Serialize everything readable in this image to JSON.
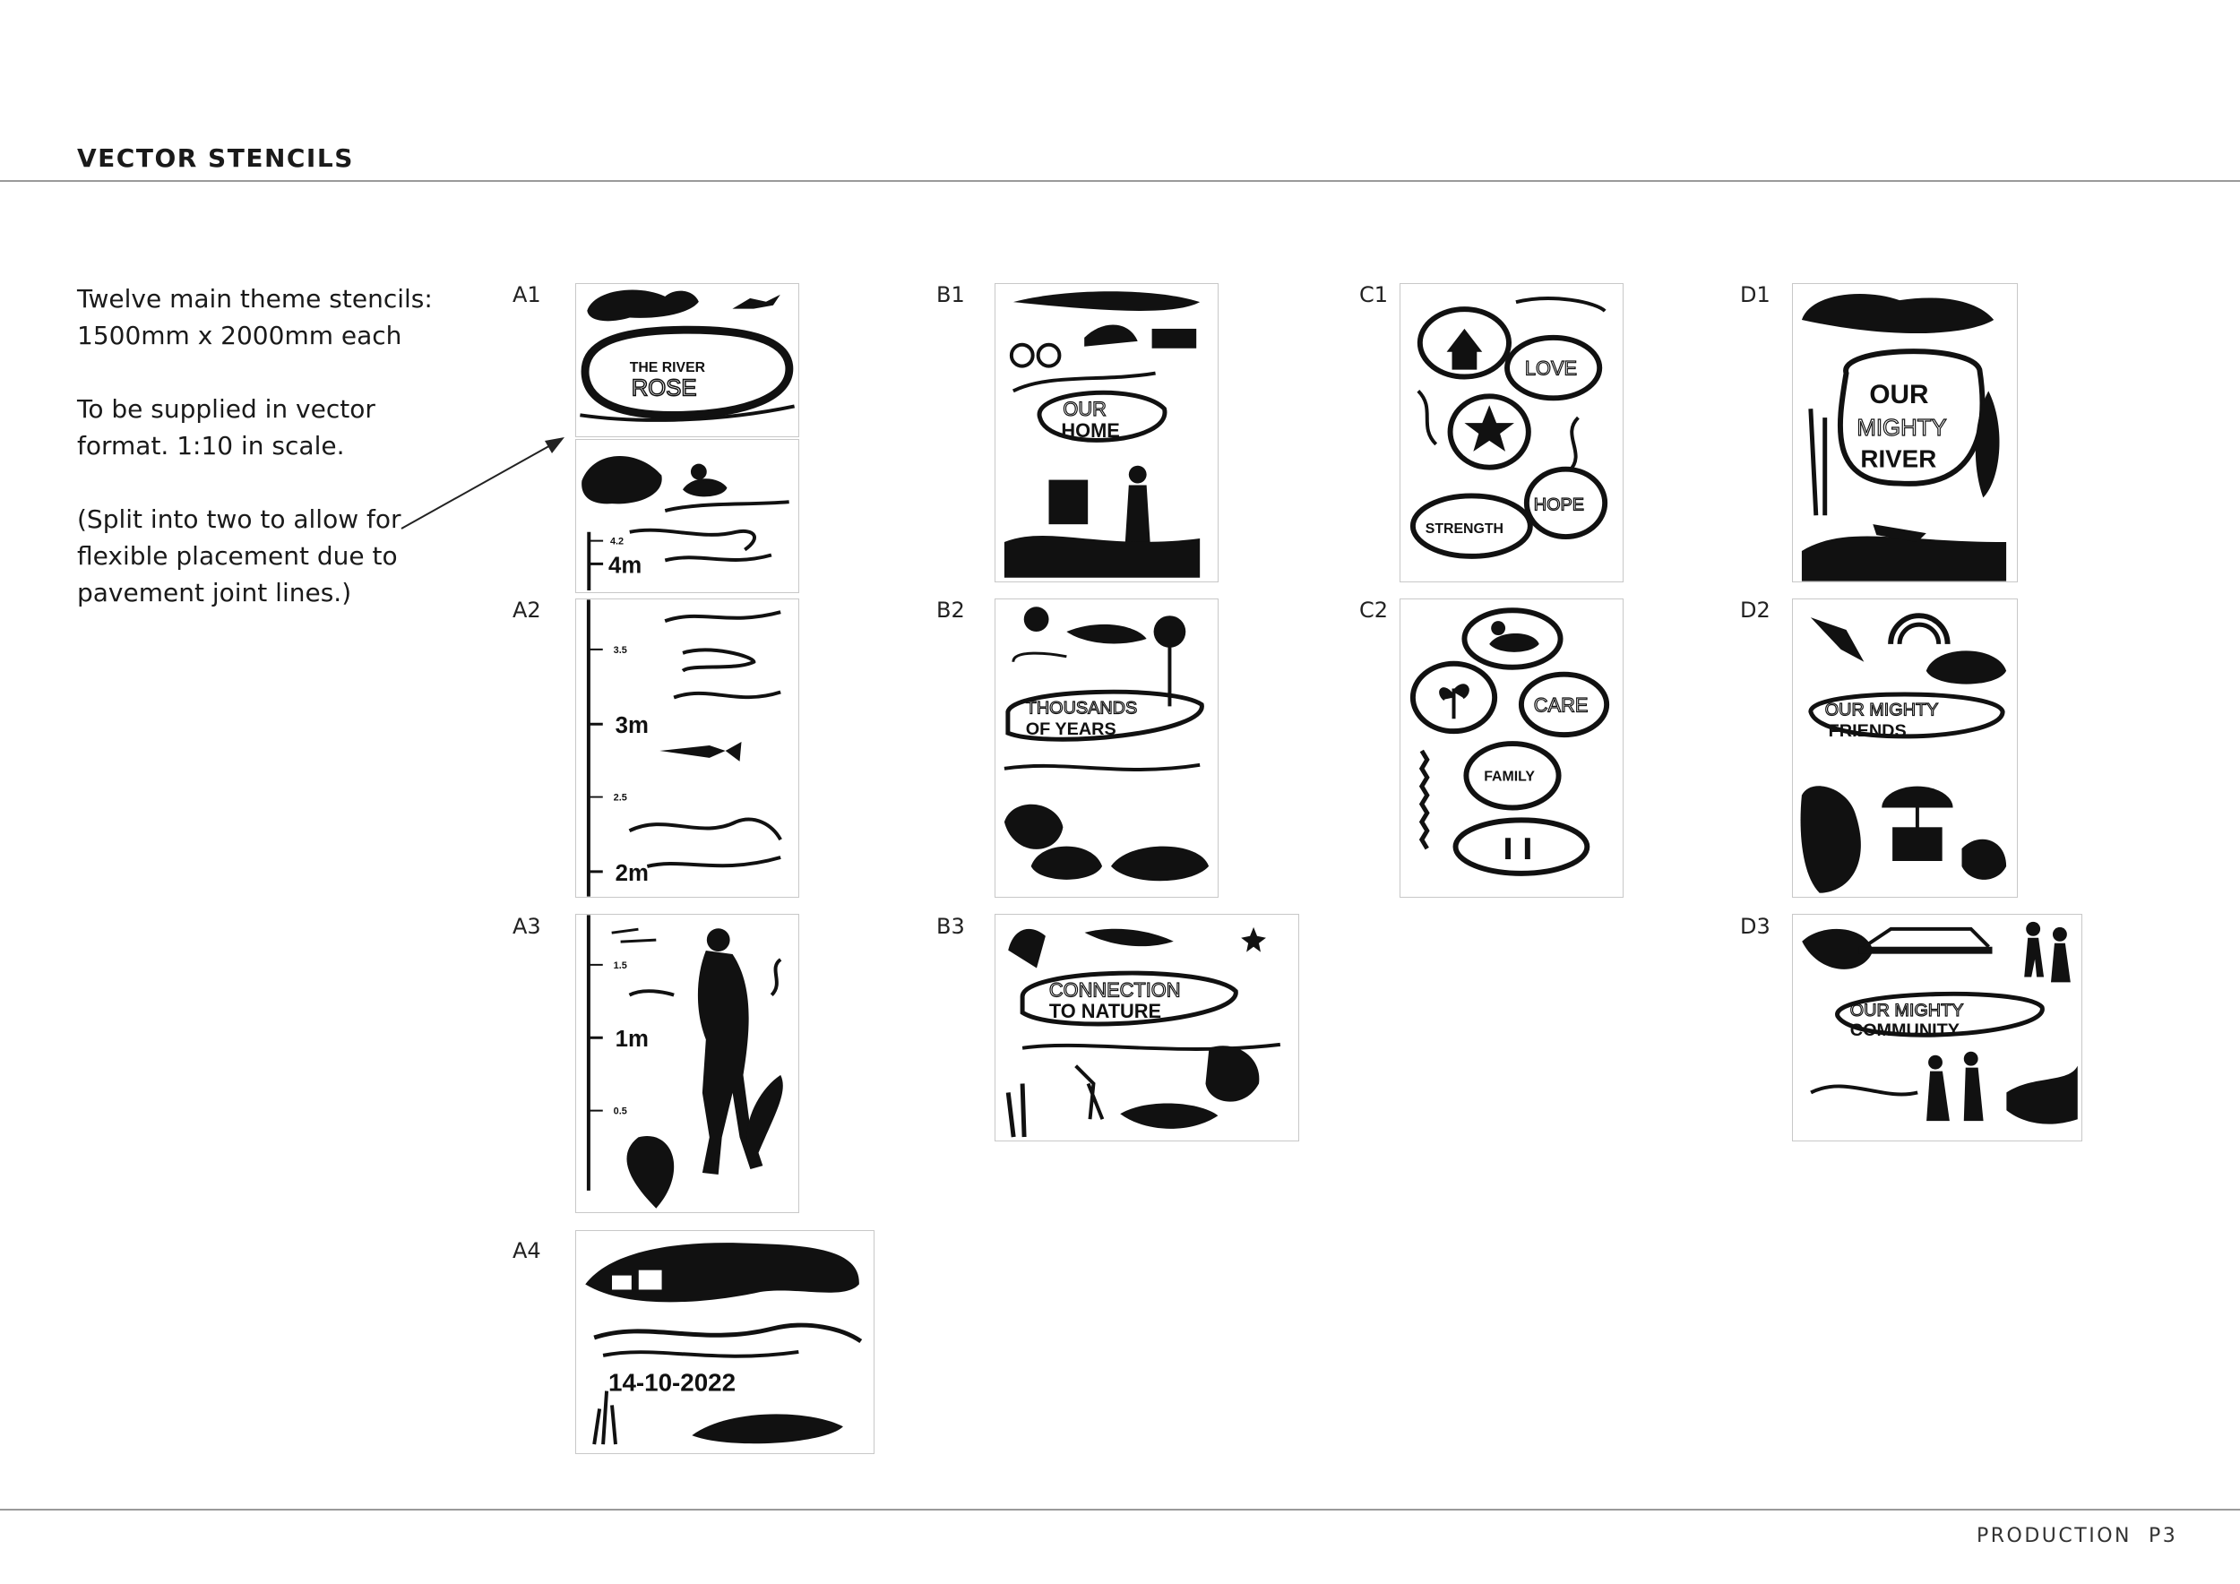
{
  "title": "VECTOR STENCILS",
  "description": {
    "line1": "Twelve main theme stencils:",
    "line2": "1500mm x 2000mm each",
    "line3": "To be supplied in vector",
    "line4": "format. 1:10 in scale.",
    "line5": "(Split into two to allow for",
    "line6": "flexible placement due to",
    "line7": "pavement joint lines.)"
  },
  "labels": {
    "a1": "A1",
    "a2": "A2",
    "a3": "A3",
    "a4": "A4",
    "b1": "B1",
    "b2": "B2",
    "b3": "B3",
    "c1": "C1",
    "c2": "C2",
    "d1": "D1",
    "d2": "D2",
    "d3": "D3"
  },
  "stencils": {
    "a1": {
      "line1": "THE RIVER",
      "line2": "ROSE",
      "depth_top": "4.2",
      "depth_main": "4m"
    },
    "a2": {
      "t1": "3.5",
      "t2": "3m",
      "t3": "2.5",
      "t4": "2m"
    },
    "a3": {
      "t1": "1.5",
      "t2": "1m",
      "t3": "0.5"
    },
    "a4": {
      "date": "14-10-2022"
    },
    "b1": {
      "line1": "OUR",
      "line2": "HOME"
    },
    "b2": {
      "line1": "THOUSANDS",
      "line2": "OF YEARS"
    },
    "b3": {
      "line1": "CONNECTION",
      "line2": "TO NATURE"
    },
    "c1": {
      "w1": "LOVE",
      "w2": "HOPE",
      "w3": "STRENGTH"
    },
    "c2": {
      "w1": "CARE",
      "w2": "FAMILY"
    },
    "d1": {
      "line1": "OUR",
      "line2": "MIGHTY",
      "line3": "RIVER"
    },
    "d2": {
      "line1": "OUR MIGHTY",
      "line2": "FRIENDS"
    },
    "d3": {
      "line1": "OUR MIGHTY",
      "line2": "COMMUNITY"
    }
  },
  "footer": {
    "section": "PRODUCTION",
    "page": "P3"
  }
}
